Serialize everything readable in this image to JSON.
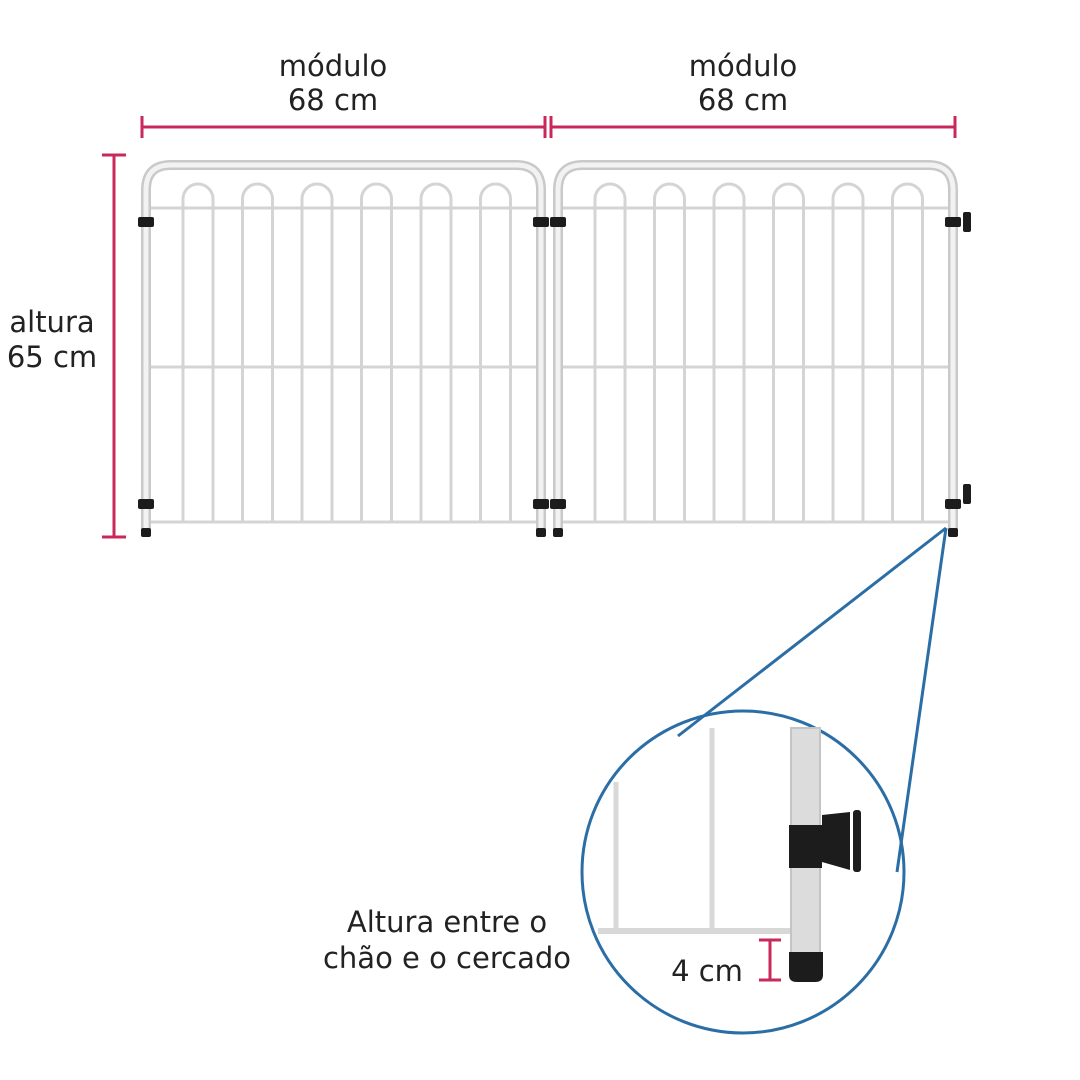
{
  "dimensions": {
    "module_left": {
      "label": "módulo",
      "value": "68 cm"
    },
    "module_right": {
      "label": "módulo",
      "value": "68 cm"
    },
    "height": {
      "label": "altura",
      "value": "65 cm"
    },
    "ground_gap": {
      "label_line1": "Altura entre o",
      "label_line2": "chão e o cercado",
      "value": "4 cm"
    }
  },
  "colors": {
    "dimension": "#c8285a",
    "magnifier": "#2b6ea6",
    "frame": "#c9c9c9",
    "clip": "#1c1c1c"
  }
}
